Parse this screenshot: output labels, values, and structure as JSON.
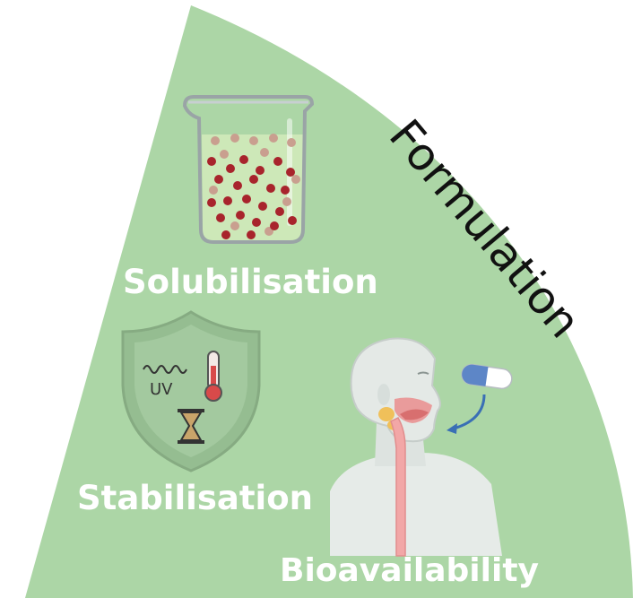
{
  "diagram": {
    "title": "Formulation",
    "sections": {
      "solubilisation": {
        "label": "Solubilisation",
        "icon": "beaker-icon"
      },
      "stabilisation": {
        "label": "Stabilisation",
        "icon": "shield-icon",
        "uv_text": "UV"
      },
      "bioavailability": {
        "label": "Bioavailability",
        "icon": "head-profile-icon"
      }
    }
  },
  "colors": {
    "sector": "#acd6a6",
    "label_text": "#ffffff",
    "title_text": "#111111",
    "particle": "#a8242c",
    "arrow": "#3a6fb5"
  }
}
